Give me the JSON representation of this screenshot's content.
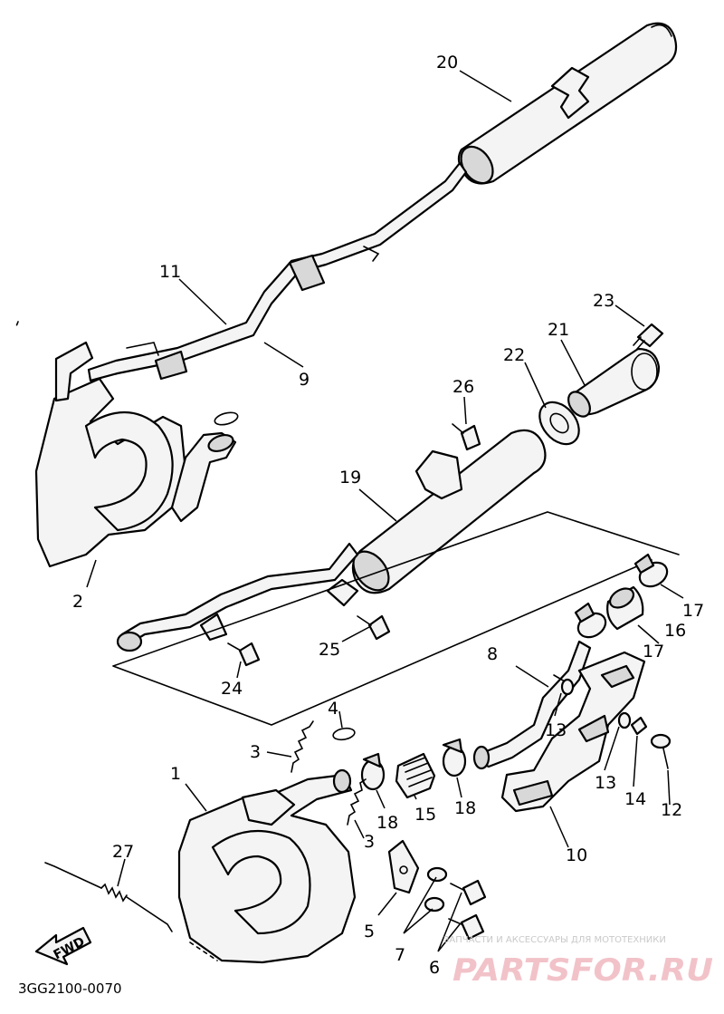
{
  "callouts": {
    "c1": "1",
    "c2": "2",
    "c3a": "3",
    "c3b": "3",
    "c4": "4",
    "c5": "5",
    "c6": "6",
    "c7": "7",
    "c8": "8",
    "c9": "9",
    "c10": "10",
    "c11": "11",
    "c12": "12",
    "c13a": "13",
    "c13b": "13",
    "c14": "14",
    "c15": "15",
    "c16": "16",
    "c17a": "17",
    "c17b": "17",
    "c18a": "18",
    "c18b": "18",
    "c19": "19",
    "c20": "20",
    "c21": "21",
    "c22": "22",
    "c23": "23",
    "c24": "24",
    "c25": "25",
    "c26": "26",
    "c27": "27"
  },
  "fwd_label": "FWD",
  "diagram_code": "3GG2100-0070",
  "watermark": {
    "caption": "ЗАПЧАСТИ И АКСЕССУАРЫ ДЛЯ МОТОТЕХНИКИ",
    "brand": "PARTSFOR.RU"
  }
}
